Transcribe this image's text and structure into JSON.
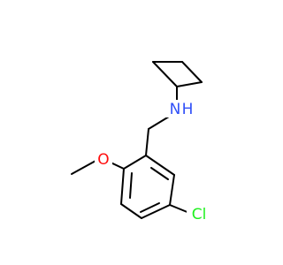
{
  "molecule": {
    "atoms": {
      "nitrogen": "N",
      "hydrogen": "H",
      "oxygen": "O",
      "chlorine": "Cl"
    },
    "colors": {
      "nitrogen": "#3050F8",
      "oxygen": "#FF0D0D",
      "chlorine": "#1FF01F",
      "bond": "#000000"
    }
  }
}
